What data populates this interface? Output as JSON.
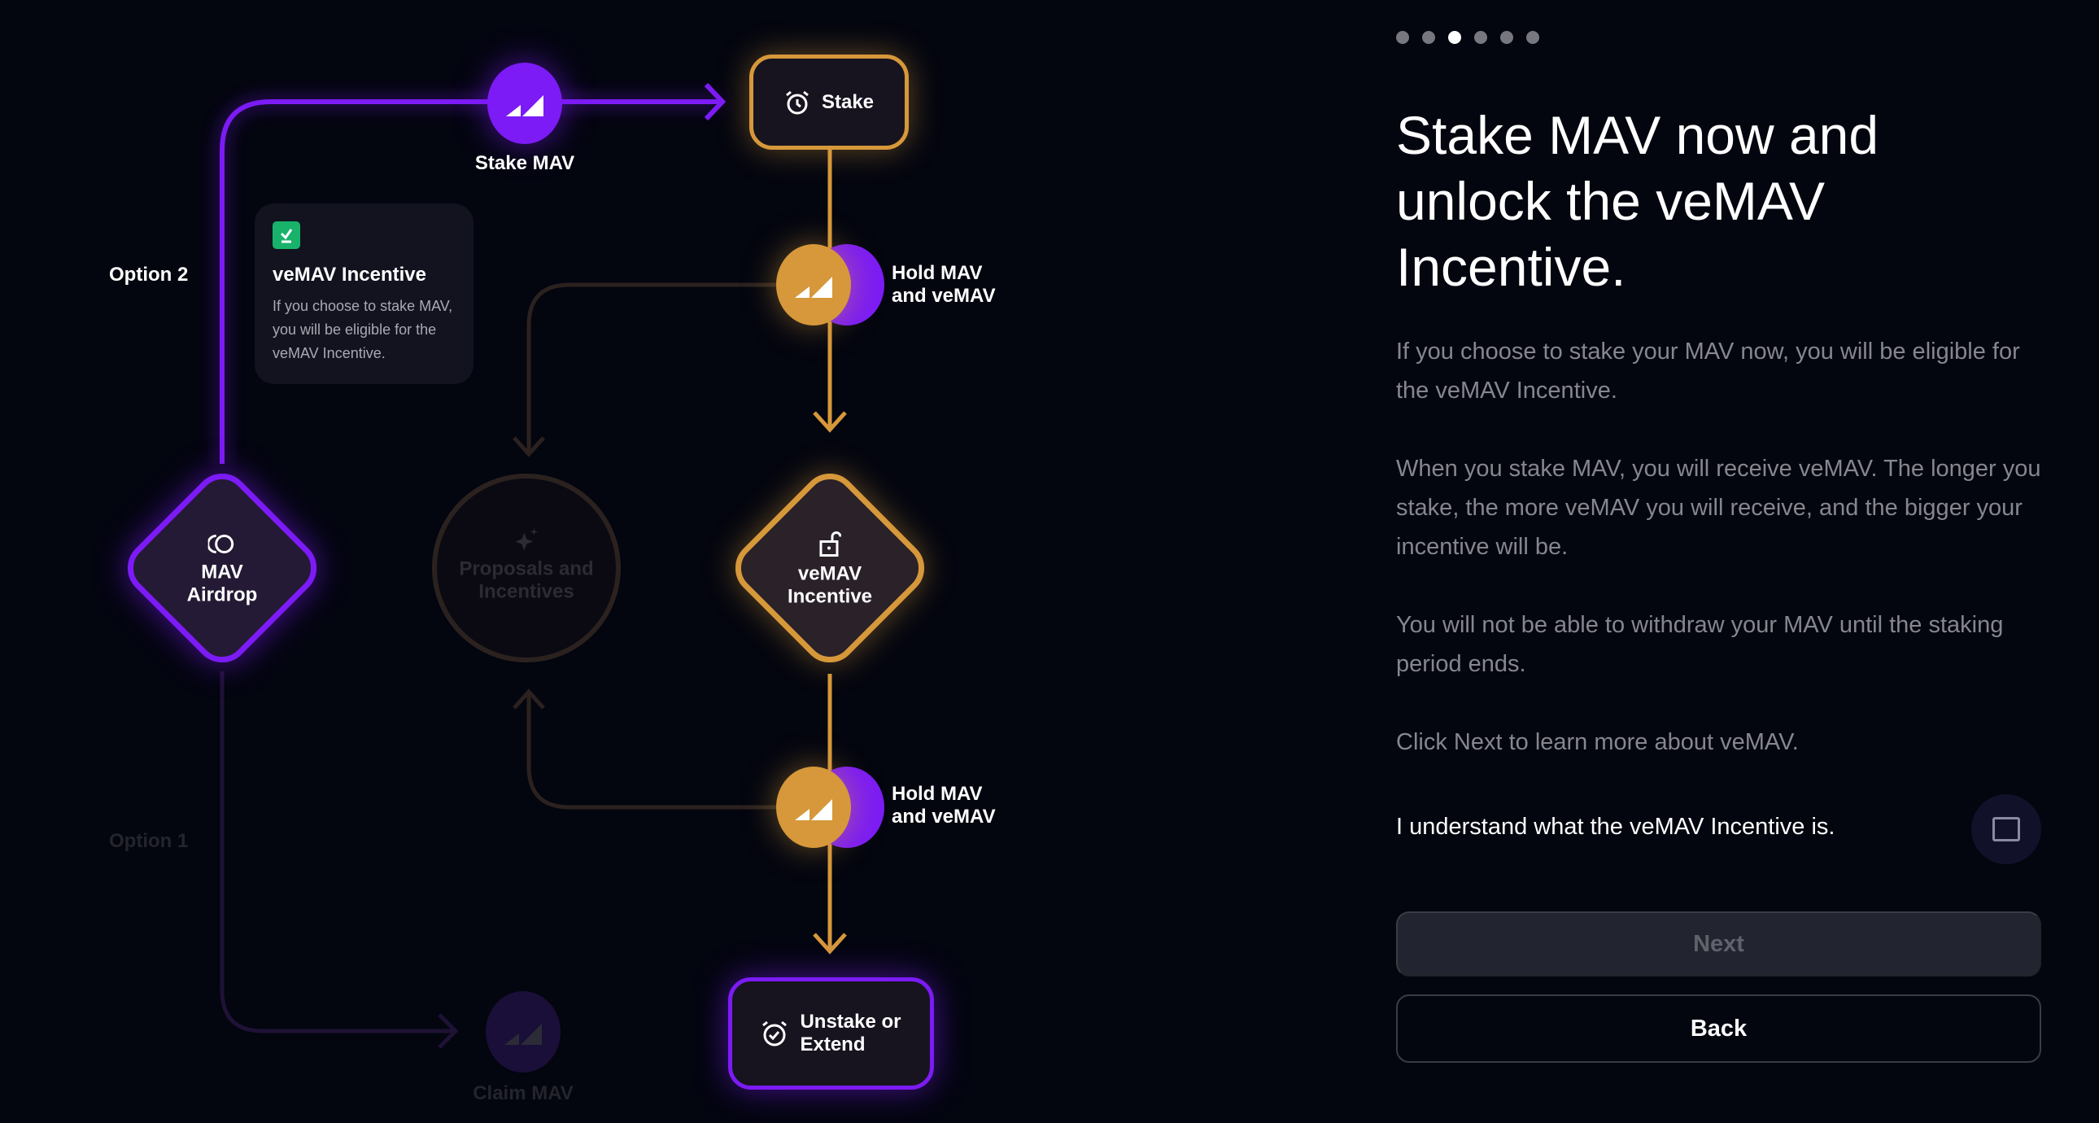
{
  "diagram": {
    "option2_label": "Option 2",
    "option1_label": "Option 1",
    "stake_mav_label": "Stake MAV",
    "stake_box_label": "Stake",
    "hold_label_1a": "Hold MAV",
    "hold_label_1b": "and veMAV",
    "hold_label_2a": "Hold MAV",
    "hold_label_2b": "and veMAV",
    "airdrop_a": "MAV",
    "airdrop_b": "Airdrop",
    "proposals_a": "Proposals and",
    "proposals_b": "Incentives",
    "incentive_a": "veMAV",
    "incentive_b": "Incentive",
    "unstake_a": "Unstake or",
    "unstake_b": "Extend",
    "claim_label": "Claim MAV",
    "card": {
      "title": "veMAV Incentive",
      "body": "If you choose to stake MAV, you will be eligible for the veMAV Incentive."
    },
    "colors": {
      "purple": "#7c1bf5",
      "orange": "#d6983a",
      "faint": "#2a2020"
    }
  },
  "panel": {
    "step_count": 6,
    "active_step": 3,
    "title": "Stake MAV now and unlock the veMAV Incentive.",
    "paragraphs": [
      "If you choose to stake your MAV now, you will be eligible for the veMAV Incentive.",
      "When you stake MAV, you will receive veMAV. The longer you stake, the more veMAV you will receive, and the bigger your incentive will be.",
      "You will not be able to withdraw your MAV until the staking period ends.",
      "Click Next to learn more about veMAV."
    ],
    "checkbox_label": "I understand what the veMAV Incentive is.",
    "checkbox_checked": false,
    "next_label": "Next",
    "back_label": "Back"
  }
}
